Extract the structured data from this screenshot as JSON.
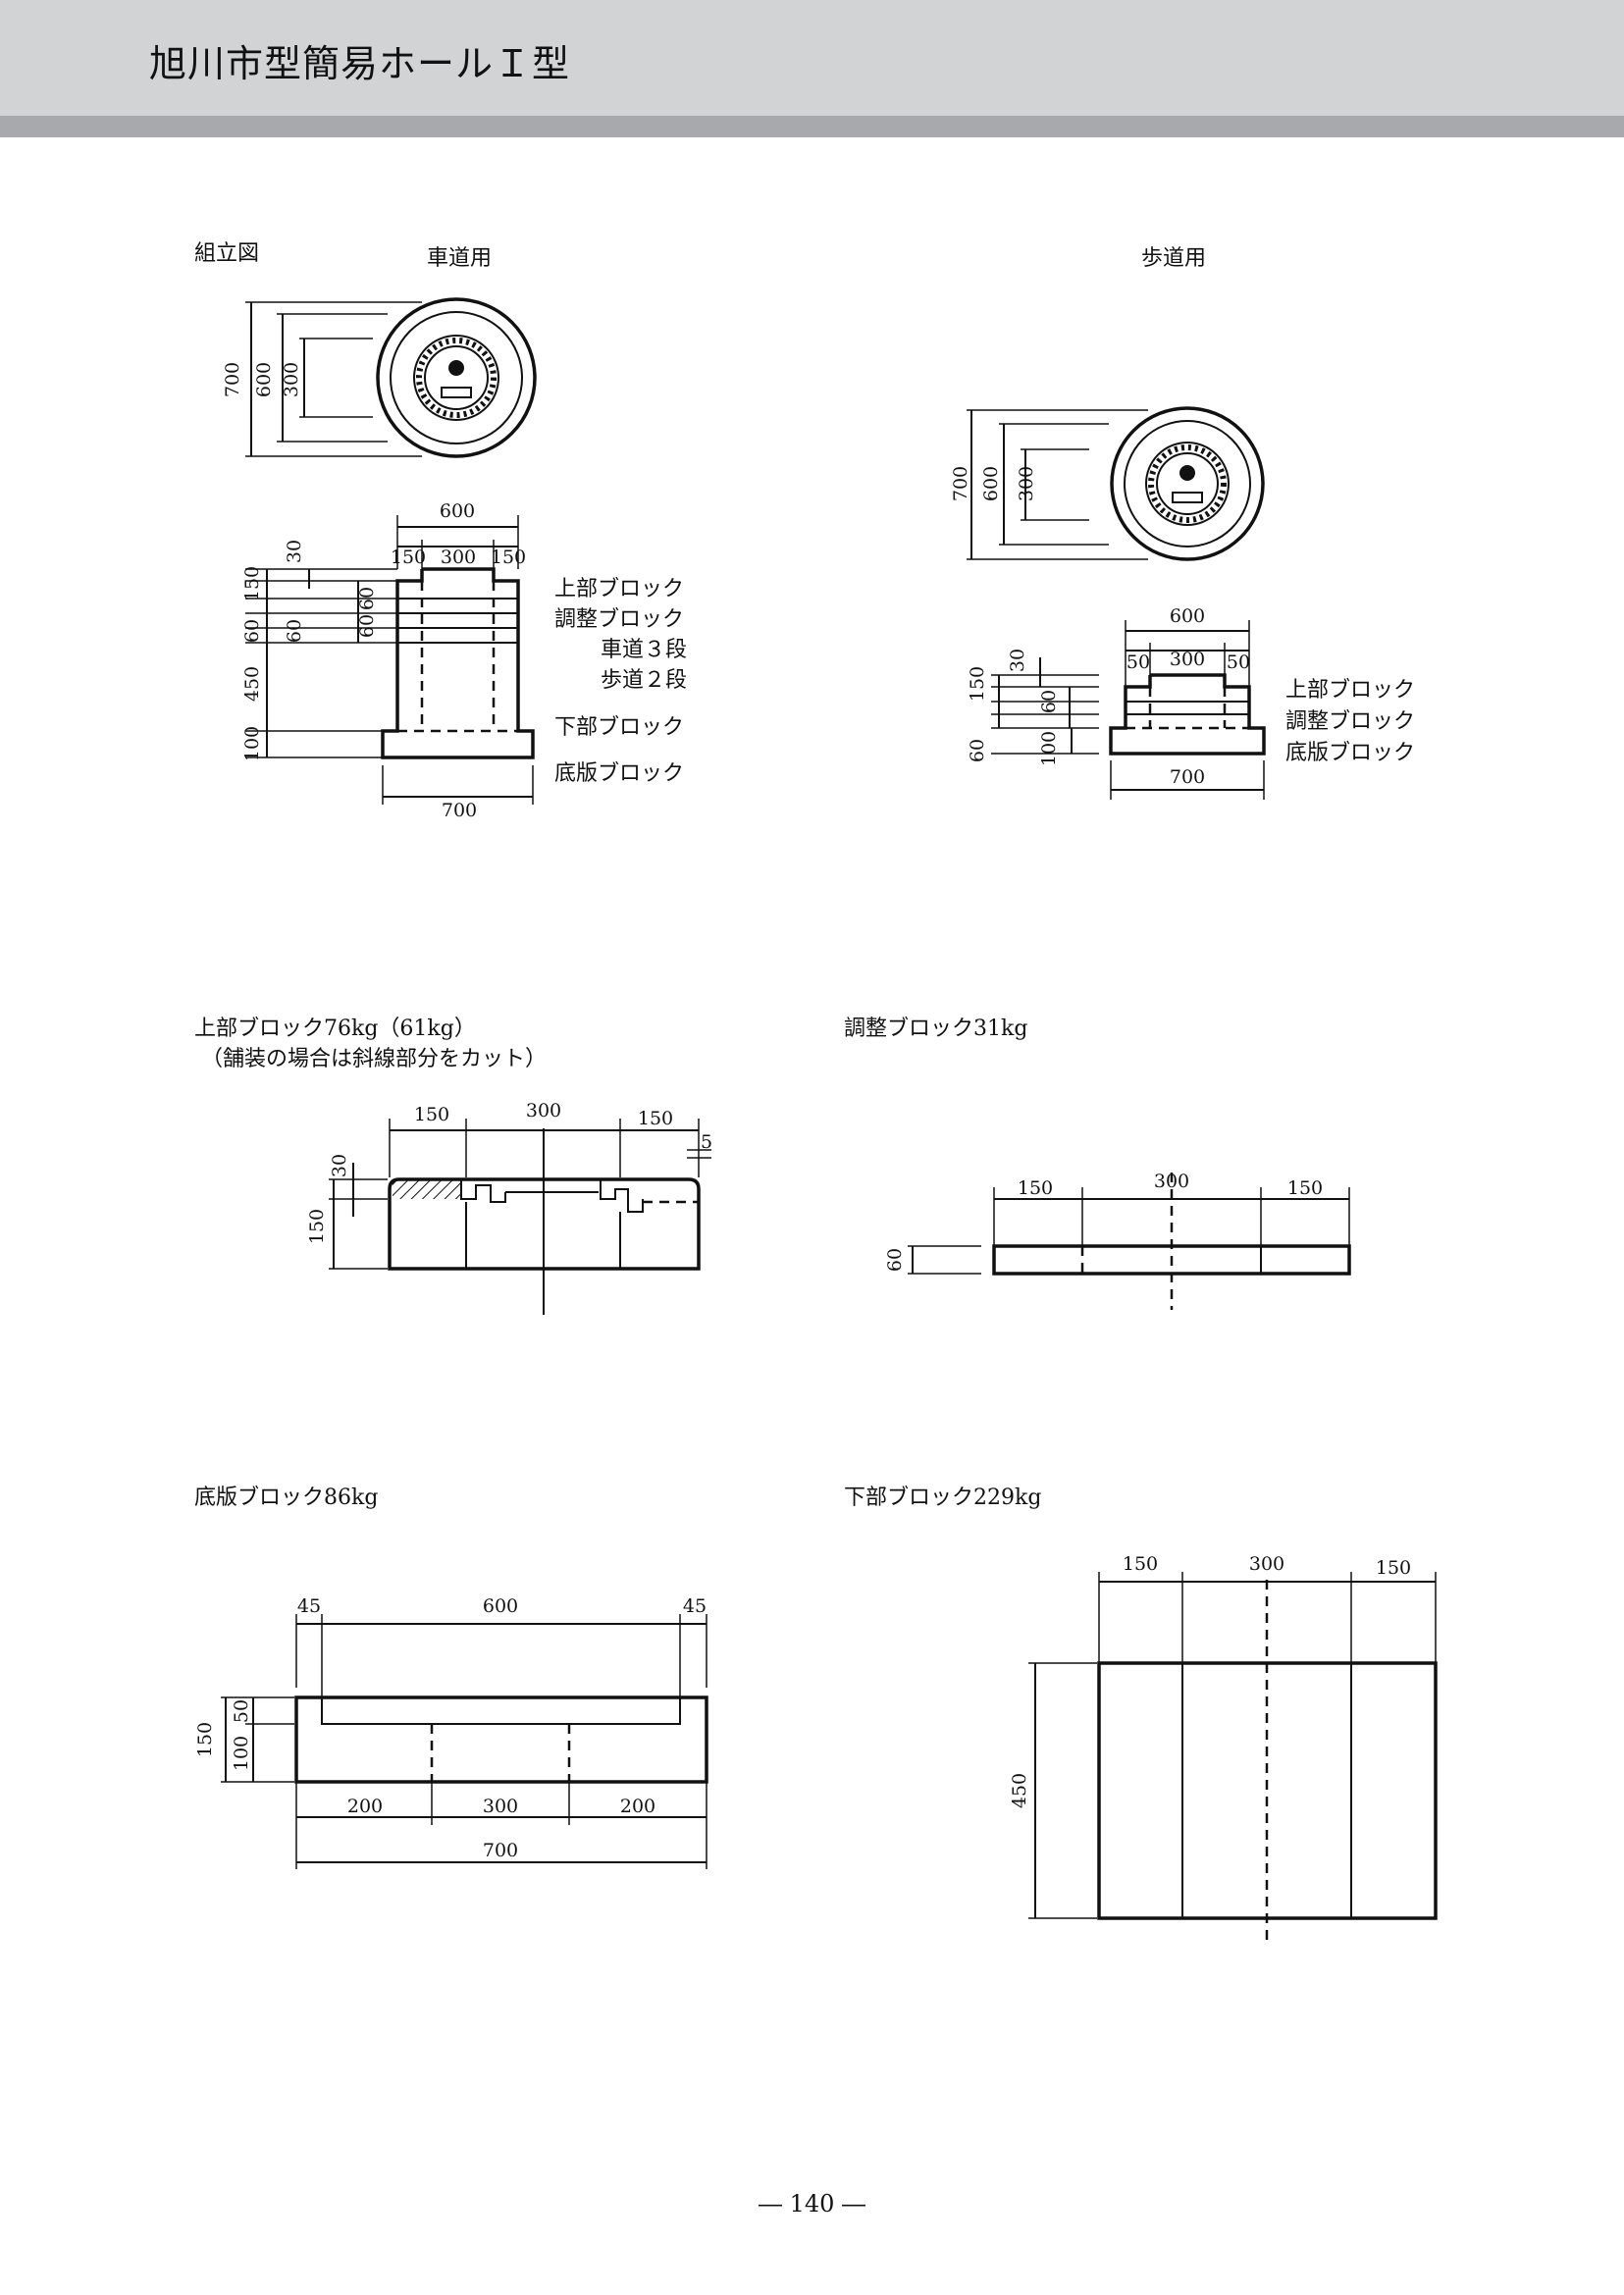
{
  "page": {
    "title": "旭川市型簡易ホールＩ型",
    "page_number": "― 140 ―"
  },
  "assembly": {
    "heading": "組立図",
    "road": {
      "label": "車道用",
      "plan_dims": [
        "700",
        "600",
        "300"
      ],
      "top_dims": [
        "600",
        "150",
        "300",
        "150"
      ],
      "left_dims": [
        "30",
        "150",
        "60",
        "60",
        "60",
        "60",
        "450",
        "100"
      ],
      "bottom_dim": "700",
      "parts": [
        "上部ブロック",
        "調整ブロック",
        "車道３段",
        "歩道２段",
        "下部ブロック",
        "底版ブロック"
      ]
    },
    "sidewalk": {
      "label": "歩道用",
      "plan_dims": [
        "700",
        "600",
        "300"
      ],
      "top_dims": [
        "600",
        "50",
        "300",
        "50"
      ],
      "left_dims": [
        "30",
        "150",
        "60",
        "60",
        "100"
      ],
      "bottom_dim": "700",
      "parts": [
        "上部ブロック",
        "調整ブロック",
        "底版ブロック"
      ]
    }
  },
  "blocks": {
    "upper": {
      "title": "上部ブロック76kg（61kg）",
      "note": "（舗装の場合は斜線部分をカット）",
      "dims": [
        "150",
        "300",
        "150",
        "5",
        "30",
        "150"
      ]
    },
    "adjust": {
      "title": "調整ブロック31kg",
      "dims": [
        "150",
        "300",
        "150",
        "60"
      ]
    },
    "base": {
      "title": "底版ブロック86kg",
      "dims": [
        "45",
        "600",
        "45",
        "50",
        "150",
        "100",
        "200",
        "300",
        "200",
        "700"
      ]
    },
    "lower": {
      "title": "下部ブロック229kg",
      "dims": [
        "150",
        "300",
        "150",
        "450"
      ]
    }
  }
}
